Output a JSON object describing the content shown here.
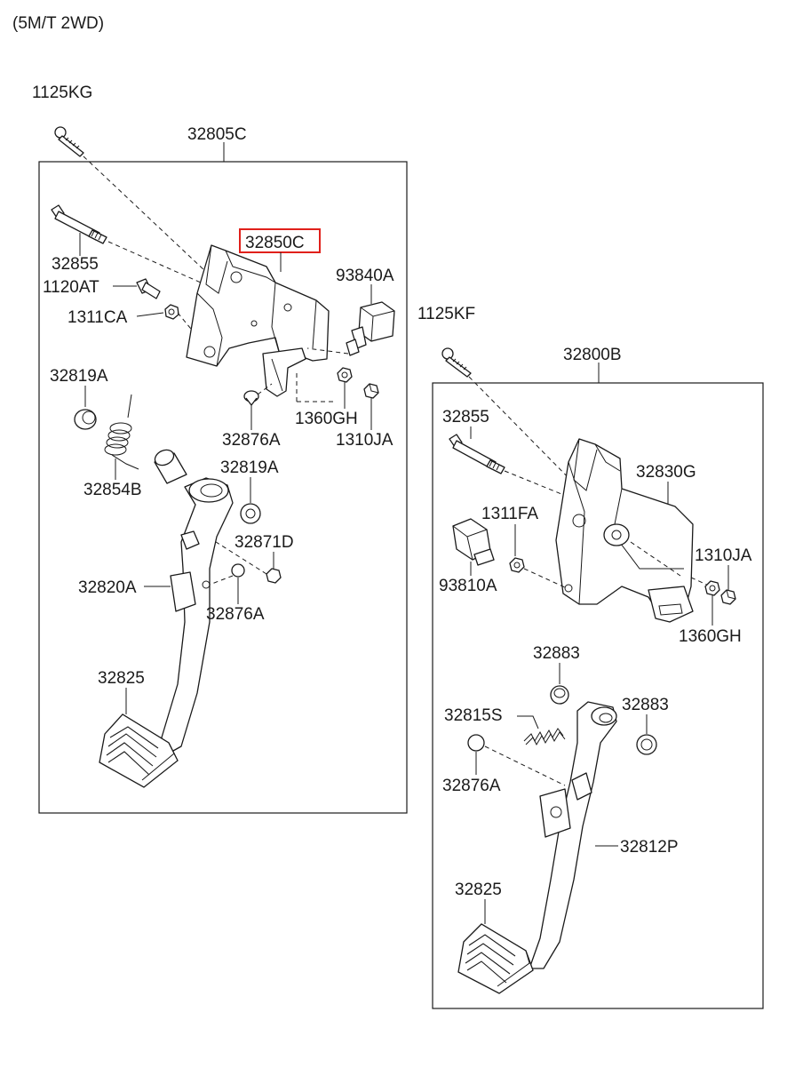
{
  "header": {
    "variant": "(5M/T 2WD)"
  },
  "assemblies": {
    "left": {
      "label": "32805C"
    },
    "right": {
      "label": "32800B"
    }
  },
  "labels": {
    "bolt_top_left": "1125KG",
    "bolt_top_right": "1125KF",
    "left_pin": "32855",
    "left_bolt": "1120AT",
    "left_nut": "1311CA",
    "bracket_left": "32850C",
    "switch_left": "93840A",
    "bushing_upper_left": "32819A",
    "spring_left": "32854B",
    "bushing_mid_left": "32819A",
    "clip_top_left": "32876A",
    "nut_gh_left": "1360GH",
    "nut_ja_left": "1310JA",
    "stopper_left": "32871D",
    "arm_left": "32820A",
    "clip_mid_left": "32876A",
    "pad_left": "32825",
    "right_pin": "32855",
    "bracket_right": "32830G",
    "nut_fa_right": "1311FA",
    "switch_right": "93810A",
    "nut_ja_right": "1310JA",
    "nut_gh_right": "1360GH",
    "bushing_upper_right": "32883",
    "bushing_side_right": "32883",
    "spring_right": "32815S",
    "clip_right": "32876A",
    "arm_right": "32812P",
    "pad_right": "32825"
  },
  "highlight": {
    "color": "#e0201b",
    "target": "32850C"
  }
}
